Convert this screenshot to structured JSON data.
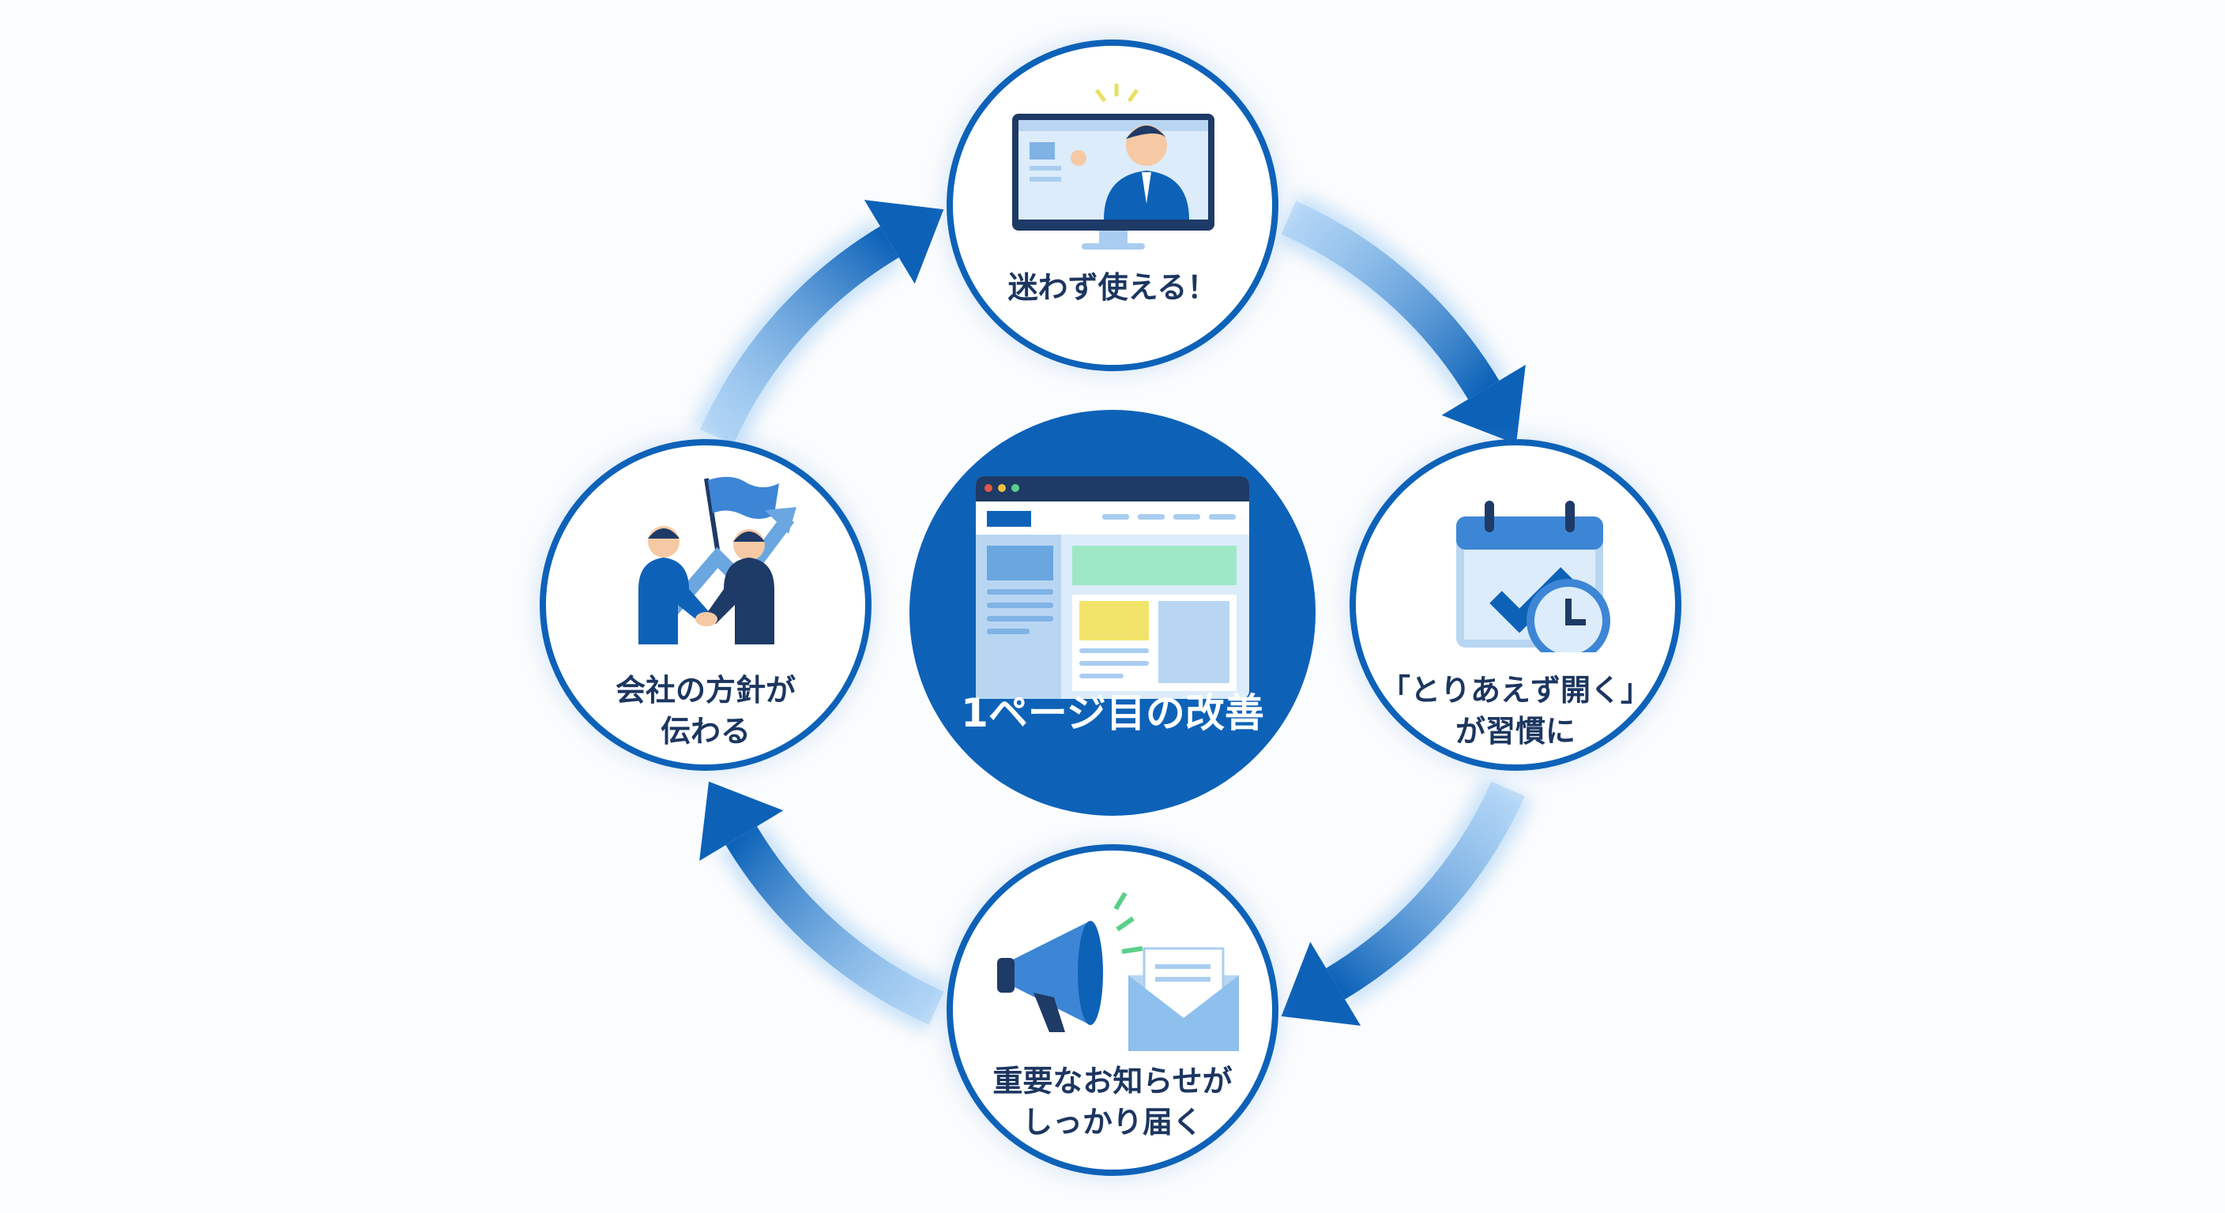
{
  "center": {
    "label": "1ページ目の改善",
    "icon": "browser-window-icon"
  },
  "steps": [
    {
      "lines": [
        "迷わず使える！"
      ],
      "icon": "presenter-monitor-icon"
    },
    {
      "lines": [
        "「とりあえず開く」",
        "が習慣に"
      ],
      "icon": "calendar-check-clock-icon"
    },
    {
      "lines": [
        "重要なお知らせが",
        "しっかり届く"
      ],
      "icon": "megaphone-mail-icon"
    },
    {
      "lines": [
        "会社の方針が",
        "伝わる"
      ],
      "icon": "handshake-flag-growth-icon"
    }
  ],
  "colors": {
    "primary": "#0d62b8",
    "text": "#1c3660",
    "light": "#a9cdf0",
    "green": "#9ee8c6",
    "yellow": "#f2e46a"
  }
}
